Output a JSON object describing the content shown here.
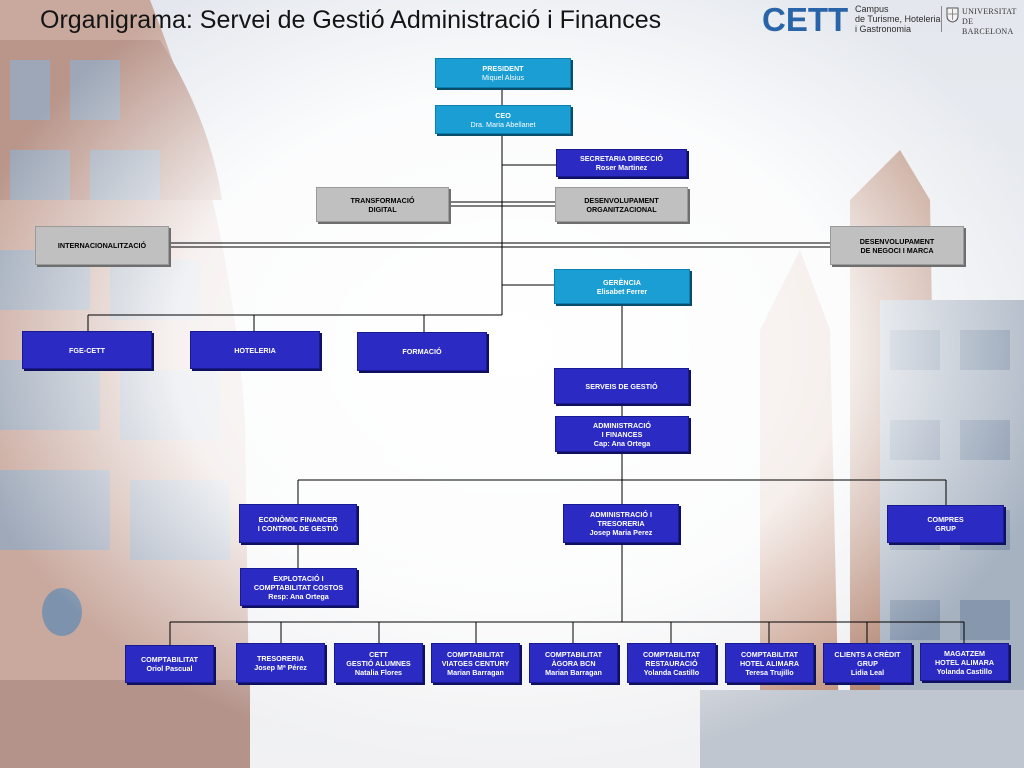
{
  "title": "Organigrama: Servei de Gestió Administració i Finances",
  "logos": {
    "cett_mark": "CETT",
    "cett_lines": [
      "Campus",
      "de Turisme, Hoteleria",
      "i Gastronomia"
    ],
    "ub_lines": [
      "UNIVERSITAT DE",
      "BARCELONA"
    ]
  },
  "colors": {
    "cyan_box": "#1a9ed3",
    "grey_box": "#c0c0c0",
    "blue_box": "#2b2bc4",
    "cett_logo": "#2a64a8"
  },
  "nodes": {
    "president": {
      "lines": [
        "PRESIDENT"
      ],
      "sub": [
        "Miquel Alsius"
      ]
    },
    "ceo": {
      "lines": [
        "CEO"
      ],
      "sub": [
        "Dra. Maria Abellanet"
      ]
    },
    "secretaria": {
      "lines": [
        "SECRETARIA DIRECCIÓ",
        "Roser Martinez"
      ],
      "sub": []
    },
    "transformacio": {
      "lines": [
        "TRANSFORMACIÓ",
        "DIGITAL"
      ],
      "sub": []
    },
    "desenv_org": {
      "lines": [
        "DESENVOLUPAMENT",
        "ORGANITZACIONAL"
      ],
      "sub": []
    },
    "internacional": {
      "lines": [
        "INTERNACIONALITZACIÓ"
      ],
      "sub": []
    },
    "desenv_negoci": {
      "lines": [
        "DESENVOLUPAMENT",
        "DE NEGOCI I MARCA"
      ],
      "sub": []
    },
    "gerencia": {
      "lines": [
        "GERÈNCIA",
        "Elisabet Ferrer"
      ],
      "sub": []
    },
    "fge": {
      "lines": [
        "FGE-CETT"
      ],
      "sub": []
    },
    "hoteleria": {
      "lines": [
        "HOTELERIA"
      ],
      "sub": []
    },
    "formacio": {
      "lines": [
        "FORMACIÓ"
      ],
      "sub": []
    },
    "serveis": {
      "lines": [
        "SERVEIS DE GESTIÓ"
      ],
      "sub": []
    },
    "admin_fin": {
      "lines": [
        "ADMINISTRACIÓ",
        "I FINANCES",
        "Cap: Ana Ortega"
      ],
      "sub": []
    },
    "economic": {
      "lines": [
        "ECONÒMIC FINANCER",
        "I CONTROL DE GESTIÓ"
      ],
      "sub": []
    },
    "admin_tres": {
      "lines": [
        "ADMINISTRACIÓ I",
        "TRESORERIA",
        "Josep Maria Perez"
      ],
      "sub": []
    },
    "compres": {
      "lines": [
        "COMPRES",
        "GRUP"
      ],
      "sub": []
    },
    "explotacio": {
      "lines": [
        "EXPLOTACIÓ I",
        "COMPTABILITAT COSTOS",
        "Resp: Ana Ortega"
      ],
      "sub": []
    },
    "b1": {
      "lines": [
        "COMPTABILITAT",
        "Oriol Pascual"
      ],
      "sub": []
    },
    "b2": {
      "lines": [
        "TRESORERIA",
        "Josep Mª Pérez"
      ],
      "sub": []
    },
    "b3": {
      "lines": [
        "CETT",
        "GESTIÓ ALUMNES",
        "Natalia Flores"
      ],
      "sub": []
    },
    "b4": {
      "lines": [
        "COMPTABILITAT",
        "VIATGES CENTURY",
        "Marian Barragan"
      ],
      "sub": []
    },
    "b5": {
      "lines": [
        "COMPTABILITAT",
        "ÀGORA BCN",
        "Marian Barragan"
      ],
      "sub": []
    },
    "b6": {
      "lines": [
        "COMPTABILITAT",
        "RESTAURACIÓ",
        "Yolanda Castillo"
      ],
      "sub": []
    },
    "b7": {
      "lines": [
        "COMPTABILITAT",
        "HOTEL ALIMARA",
        "Teresa Trujillo"
      ],
      "sub": []
    },
    "b8": {
      "lines": [
        "CLIENTS A CRÈDIT",
        "GRUP",
        "Lidia Leal"
      ],
      "sub": []
    },
    "b9": {
      "lines": [
        "MAGATZEM",
        "HOTEL ALIMARA",
        "Yolanda Castillo"
      ],
      "sub": []
    }
  }
}
